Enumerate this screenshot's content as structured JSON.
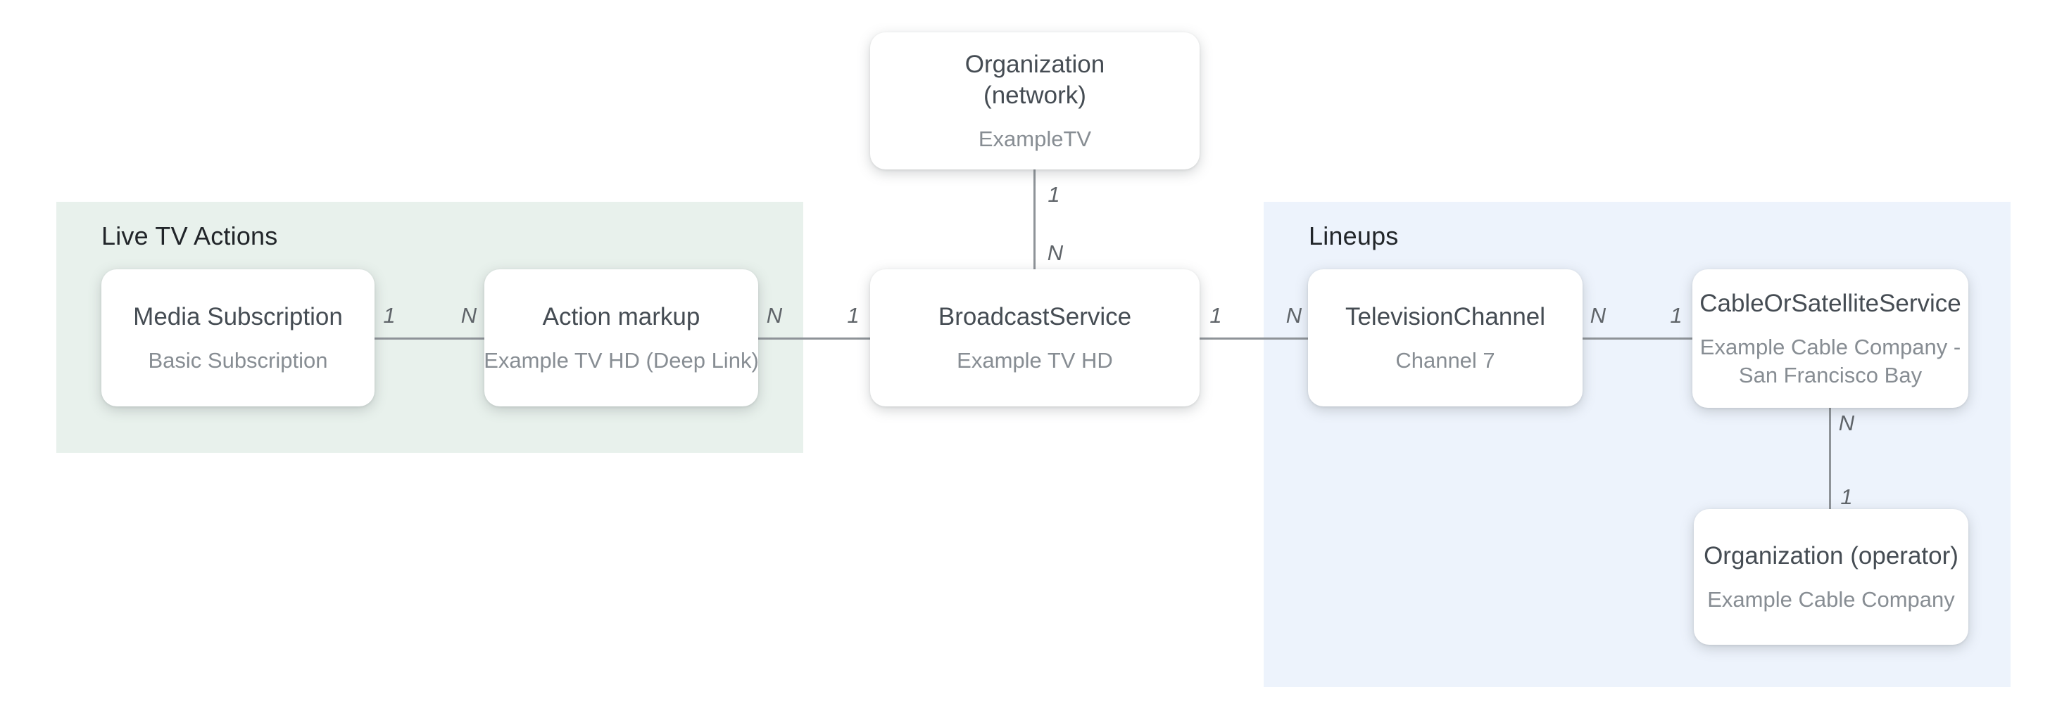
{
  "regions": {
    "live_tv_actions": {
      "label": "Live TV Actions"
    },
    "lineups": {
      "label": "Lineups"
    }
  },
  "nodes": {
    "organization_network": {
      "title_lines": [
        "Organization",
        "(network)"
      ],
      "subtitle": "ExampleTV"
    },
    "media_subscription": {
      "title": "Media Subscription",
      "subtitle": "Basic Subscription"
    },
    "action_markup": {
      "title": "Action markup",
      "subtitle": "Example TV HD (Deep Link)"
    },
    "broadcast_service": {
      "title": "BroadcastService",
      "subtitle": "Example TV HD"
    },
    "television_channel": {
      "title": "TelevisionChannel",
      "subtitle": "Channel 7"
    },
    "cable_or_satellite_service": {
      "title": "CableOrSatelliteService",
      "subtitle_lines": [
        "Example Cable Company -",
        "San Francisco Bay"
      ]
    },
    "organization_operator": {
      "title": "Organization (operator)",
      "subtitle": "Example Cable Company"
    }
  },
  "edges": {
    "media_to_action": {
      "from_label": "1",
      "to_label": "N"
    },
    "action_to_broadcast": {
      "from_label": "N",
      "to_label": "1"
    },
    "network_to_broadcast": {
      "from_label": "1",
      "to_label": "N"
    },
    "broadcast_to_channel": {
      "from_label": "1",
      "to_label": "N"
    },
    "channel_to_cable": {
      "from_label": "N",
      "to_label": "1"
    },
    "cable_to_operator": {
      "from_label": "N",
      "to_label": "1"
    }
  },
  "colors": {
    "live_tv_actions_region_bg": "#e8f1ec",
    "lineups_region_bg": "#edf3fc",
    "connector_line": "#8e9398",
    "node_title_text": "#454c53",
    "node_subtitle_text": "#878d93",
    "cardinality_text": "#5f6469",
    "region_title_text": "#212529"
  }
}
